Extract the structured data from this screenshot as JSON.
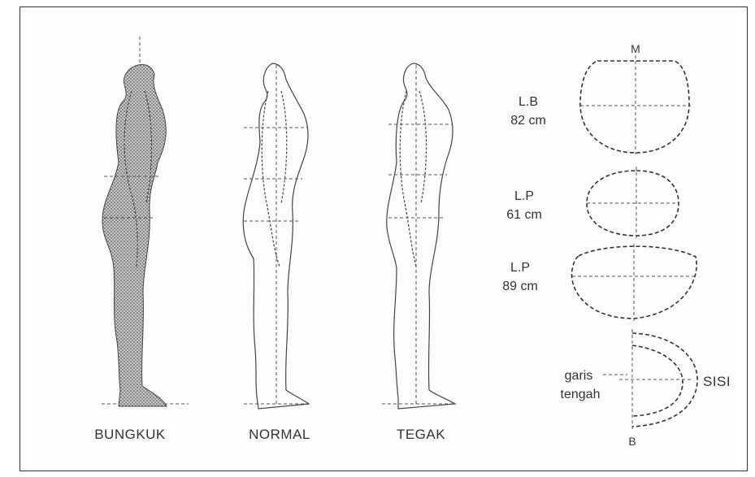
{
  "figures": [
    {
      "label": "BUNGKUK"
    },
    {
      "label": "NORMAL"
    },
    {
      "label": "TEGAK"
    }
  ],
  "sections": {
    "top_marker": "M",
    "bottom_marker": "B",
    "items": [
      {
        "code": "L.B",
        "value": "82 cm"
      },
      {
        "code": "L.P",
        "value": "61 cm"
      },
      {
        "code": "L.P",
        "value": "89 cm"
      }
    ],
    "side_label": "SISI",
    "center_line_label_1": "garis",
    "center_line_label_2": "tengah"
  },
  "colors": {
    "line": "#333333",
    "fill_hatch": "#8a8a8a",
    "frame": "#333333"
  }
}
